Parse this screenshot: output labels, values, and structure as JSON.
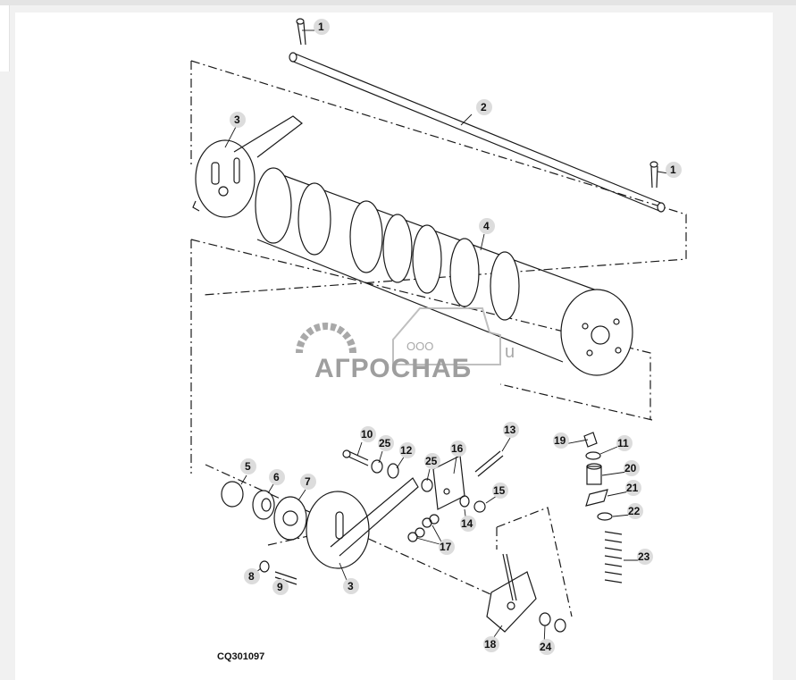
{
  "diagram": {
    "figure_code": "CQ301097",
    "callouts": [
      {
        "label": "1"
      },
      {
        "label": "1"
      },
      {
        "label": "2"
      },
      {
        "label": "3"
      },
      {
        "label": "4"
      },
      {
        "label": "10"
      },
      {
        "label": "25"
      },
      {
        "label": "12"
      },
      {
        "label": "25"
      },
      {
        "label": "16"
      },
      {
        "label": "13"
      },
      {
        "label": "19"
      },
      {
        "label": "11"
      },
      {
        "label": "20"
      },
      {
        "label": "21"
      },
      {
        "label": "22"
      },
      {
        "label": "23"
      },
      {
        "label": "5"
      },
      {
        "label": "6"
      },
      {
        "label": "7"
      },
      {
        "label": "15"
      },
      {
        "label": "14"
      },
      {
        "label": "17"
      },
      {
        "label": "3"
      },
      {
        "label": "8"
      },
      {
        "label": "9"
      },
      {
        "label": "18"
      },
      {
        "label": "24"
      }
    ]
  },
  "watermark": {
    "company_prefix": "ООО",
    "company_name": "АГРОСНАБ",
    "trailing_char": "u",
    "color": "#9a9a9a"
  },
  "colors": {
    "line": "#1a1a1a",
    "callout_bubble": "#dcdcdc",
    "page_background": "#f1f1f1",
    "sheet_background": "#ffffff"
  }
}
